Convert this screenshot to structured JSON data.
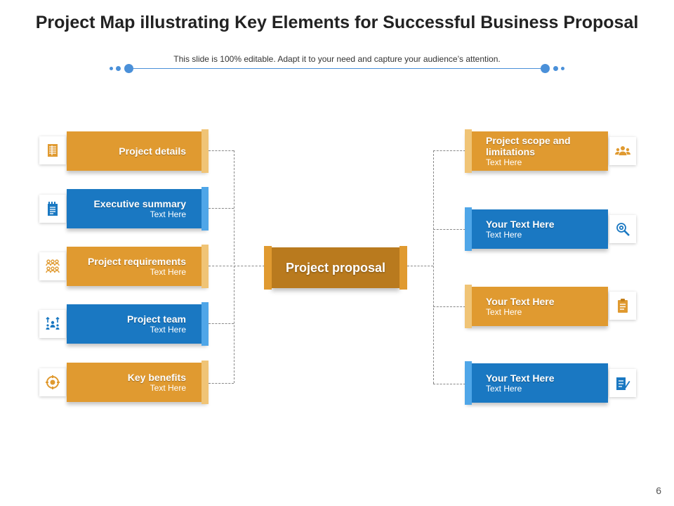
{
  "title": "Project Map illustrating Key Elements for Successful Business Proposal",
  "subtitle": "This slide is 100% editable. Adapt it to your need and capture your audience’s attention.",
  "center": {
    "label": "Project proposal"
  },
  "left_items": [
    {
      "heading": "Project details",
      "sub": "",
      "icon": "spreadsheet-icon"
    },
    {
      "heading": "Executive summary",
      "sub": "Text Here",
      "icon": "notepad-icon"
    },
    {
      "heading": "Project requirements",
      "sub": "Text Here",
      "icon": "team-network-icon"
    },
    {
      "heading": "Project team",
      "sub": "Text Here",
      "icon": "team-arrows-icon"
    },
    {
      "heading": "Key benefits",
      "sub": "Text Here",
      "icon": "target-icon"
    }
  ],
  "right_items": [
    {
      "heading": "Project scope and limitations",
      "sub": "Text Here",
      "icon": "people-group-icon"
    },
    {
      "heading": "Your Text Here",
      "sub": "Text Here",
      "icon": "gear-magnifier-icon"
    },
    {
      "heading": "Your Text Here",
      "sub": "Text Here",
      "icon": "clipboard-icon"
    },
    {
      "heading": "Your Text Here",
      "sub": "Text Here",
      "icon": "checklist-pen-icon"
    }
  ],
  "page_number": "6",
  "colors": {
    "orange": "#e09a30",
    "blue": "#1a78c2",
    "center": "#b97a1e",
    "light_blue": "#4fa6e8"
  }
}
